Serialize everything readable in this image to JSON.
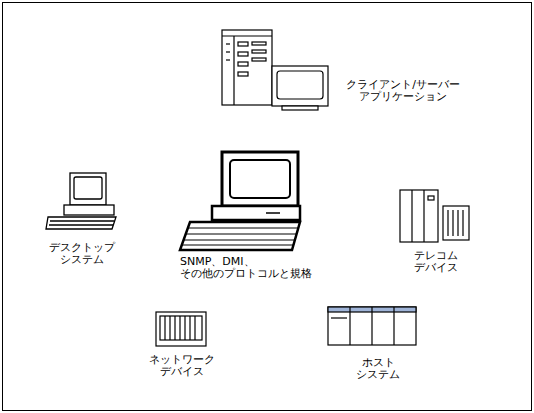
{
  "diagram": {
    "labels": [
      "クライアント/サーバー アプリケーション",
      "デスクトップ システム",
      "SNMP、DMI、 その他のプロトコルと規格",
      "テレコム デバイス",
      "ネットワーク デバイス",
      "ホスト システム"
    ]
  }
}
